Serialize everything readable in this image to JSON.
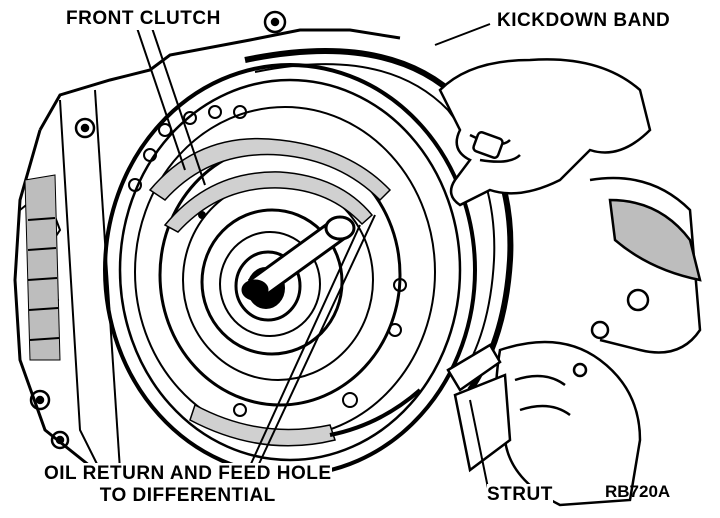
{
  "labels": {
    "front_clutch": "FRONT CLUTCH",
    "kickdown_band": "KICKDOWN BAND",
    "oil_return_line1": "OIL RETURN AND FEED HOLE",
    "oil_return_line2": "TO DIFFERENTIAL",
    "strut": "STRUT"
  },
  "figure_id": "RB720A",
  "colors": {
    "ink": "#000000",
    "paper": "#ffffff"
  },
  "subject": "transmission-front-clutch-kickdown-band-illustration"
}
